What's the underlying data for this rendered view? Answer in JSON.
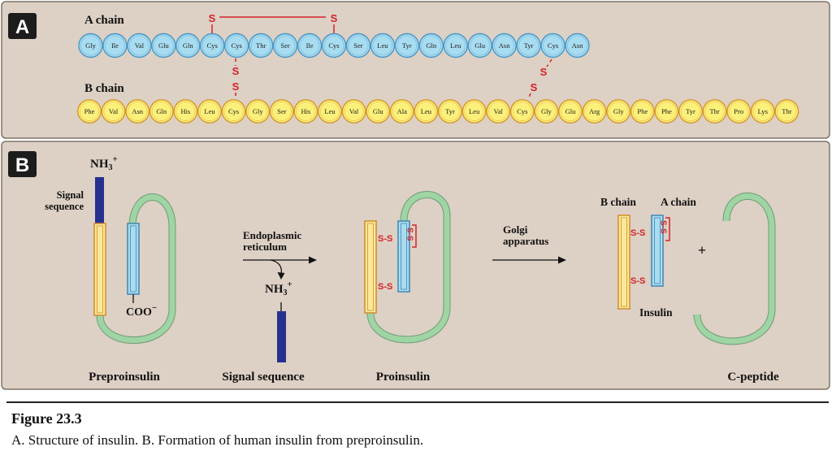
{
  "panel_a": {
    "badge": "A",
    "a_chain_label": "A chain",
    "b_chain_label": "B chain",
    "a_chain": [
      "Gly",
      "Ile",
      "Val",
      "Glu",
      "Gln",
      "Cys",
      "Cys",
      "Thr",
      "Ser",
      "Ile",
      "Cys",
      "Ser",
      "Leu",
      "Tyr",
      "Gln",
      "Leu",
      "Glu",
      "Asn",
      "Tyr",
      "Cys",
      "Asn"
    ],
    "b_chain": [
      "Phe",
      "Val",
      "Asn",
      "Gln",
      "His",
      "Leu",
      "Cys",
      "Gly",
      "Ser",
      "His",
      "Leu",
      "Val",
      "Glu",
      "Ala",
      "Leu",
      "Tyr",
      "Leu",
      "Val",
      "Cys",
      "Gly",
      "Glu",
      "Arg",
      "Gly",
      "Phe",
      "Phe",
      "Tyr",
      "Thr",
      "Pro",
      "Lys",
      "Thr"
    ],
    "sulfur": "S",
    "a_chain_color": "#a8dcf0",
    "b_chain_color": "#fbf07a"
  },
  "panel_b": {
    "badge": "B",
    "nh3": "NH",
    "nh3_sub": "3",
    "nh3_sup": "+",
    "signal_sequence_line1": "Signal",
    "signal_sequence_line2": "sequence",
    "coo": "COO",
    "coo_sup": "−",
    "er_line1": "Endoplasmic",
    "er_line2": "reticulum",
    "golgi_line1": "Golgi",
    "golgi_line2": "apparatus",
    "ss": "S-S",
    "ss_vertical": "S-S",
    "b_chain": "B chain",
    "a_chain": "A chain",
    "plus": "+",
    "insulin": "Insulin",
    "preproinsulin": "Preproinsulin",
    "signal_sequence": "Signal sequence",
    "proinsulin": "Proinsulin",
    "c_peptide": "C-peptide"
  },
  "caption": {
    "title": "Figure 23.3",
    "text": "A. Structure of insulin. B. Formation of human insulin from preproinsulin."
  }
}
